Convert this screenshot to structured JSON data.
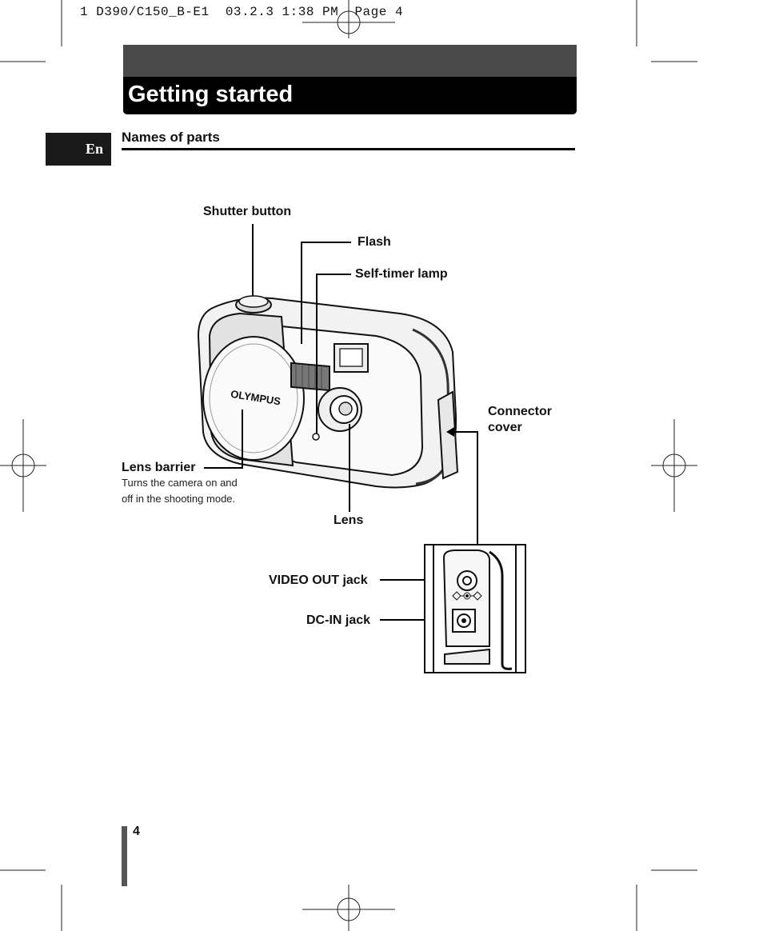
{
  "print_header": "1 D390/C150_B-E1  03.2.3 1:38 PM  Page 4",
  "title": "Getting started",
  "language_tab": "En",
  "section_heading": "Names of parts",
  "labels": {
    "shutter_button": "Shutter button",
    "flash": "Flash",
    "self_timer_lamp": "Self-timer lamp",
    "connector_cover_line1": "Connector",
    "connector_cover_line2": "cover",
    "lens_barrier": "Lens barrier",
    "lens_barrier_note_line1": "Turns the camera on and",
    "lens_barrier_note_line2": "off in the shooting mode.",
    "lens": "Lens",
    "video_out_jack": "VIDEO OUT jack",
    "dc_in_jack": "DC-IN jack"
  },
  "camera_brand": "OLYMPUS",
  "page_number": "4"
}
